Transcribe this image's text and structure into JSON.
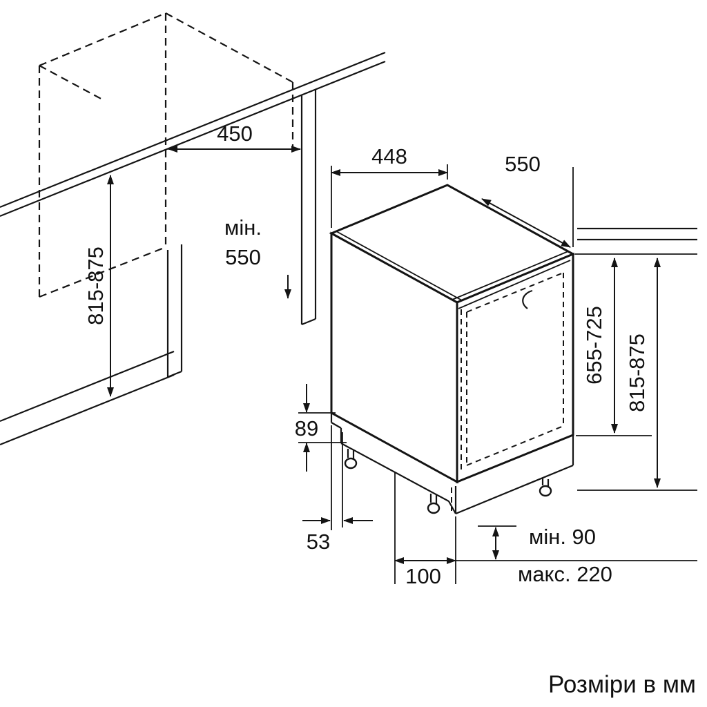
{
  "diagram": {
    "caption": "Розміри в мм",
    "niche": {
      "width": "450",
      "depth_line1": "мін.",
      "depth_line2": "550",
      "height": "815-875"
    },
    "unit": {
      "width": "448",
      "depth": "550",
      "install_height": "655-725",
      "height": "815-875",
      "plinth_height": "89",
      "plinth_inset": "53",
      "foot_offset": "100",
      "adjust_min": "мін. 90",
      "adjust_max": "макс. 220"
    }
  }
}
